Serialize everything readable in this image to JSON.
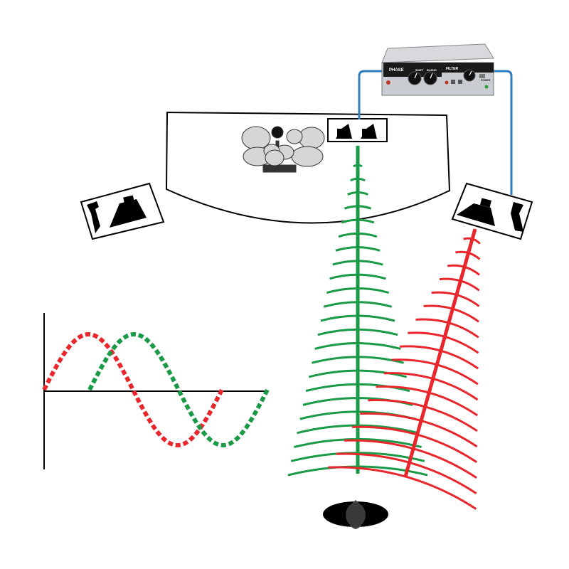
{
  "colors": {
    "direct_wave": "#1a9a46",
    "delayed_wave": "#e8262b",
    "cable": "#2f7ec2",
    "outline": "#000000",
    "drum_fill": "#d6d6d6",
    "device_body": "#c9ccd0"
  },
  "phase_unit": {
    "top_label": "PHASE",
    "knob_labels": [
      "SHIFT",
      "BLEND"
    ],
    "filter_label": "FILTER",
    "power_label": "POWER"
  },
  "icons": [
    "drum-kit-icon",
    "monitor-wedge-icon",
    "listener-head-icon",
    "phase-device-icon"
  ]
}
